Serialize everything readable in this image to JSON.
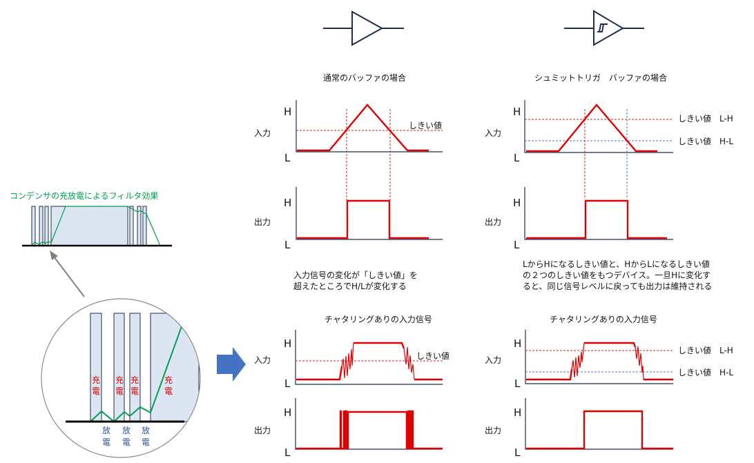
{
  "normal": {
    "title": "通常のバッファの場合",
    "input_label": "入力",
    "output_label": "出力",
    "high": "H",
    "low": "L",
    "threshold": "しきい値",
    "description": [
      "入力信号の変化が「しきい値」を",
      "超えたところでH/Lが変化する"
    ]
  },
  "schmitt": {
    "title": "シュミットトリガ　バッファの場合",
    "input_label": "入力",
    "output_label": "出力",
    "high": "H",
    "low": "L",
    "threshold_lh": "しきい値　L-H",
    "threshold_hl": "しきい値　H-L",
    "description": [
      "LからHになるしきい値と、HからLになるしきい値",
      "の２つのしきい値をもつデバイス。一旦Hに変化す",
      "ると、同じ信号レベルに戻っても出力は維持される"
    ]
  },
  "chatter": {
    "title": "チャタリングありの入力信号"
  },
  "filter": {
    "title": "コンデンサの充放電によるフィルタ効果",
    "charge": "充電",
    "discharge": "放電",
    "charge_chars": [
      "充",
      "電"
    ],
    "discharge_chars": [
      "放",
      "電"
    ]
  },
  "colors": {
    "signal": "#e00000",
    "threshold_lh": "#d02020",
    "threshold_hl": "#4472c4",
    "filter_line": "#00a050",
    "arrow": "#4472c4"
  }
}
